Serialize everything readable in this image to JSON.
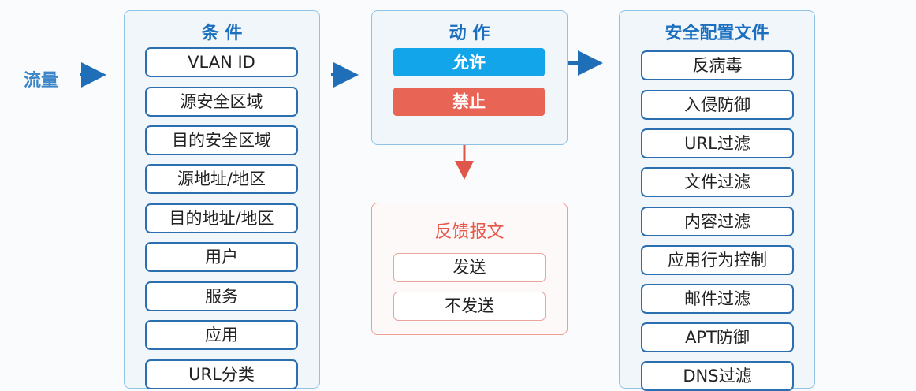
{
  "source": {
    "label": "流量"
  },
  "conditions": {
    "title": "条 件",
    "items": [
      "VLAN ID",
      "源安全区域",
      "目的安全区域",
      "源地址/地区",
      "目的地址/地区",
      "用户",
      "服务",
      "应用",
      "URL分类"
    ]
  },
  "action": {
    "title": "动 作",
    "allow_label": "允许",
    "deny_label": "禁止"
  },
  "feedback": {
    "title": "反馈报文",
    "items": [
      "发送",
      "不发送"
    ]
  },
  "profiles": {
    "title": "安全配置文件",
    "items": [
      "反病毒",
      "入侵防御",
      "URL过滤",
      "文件过滤",
      "内容过滤",
      "应用行为控制",
      "邮件过滤",
      "APT防御",
      "DNS过滤"
    ]
  },
  "colors": {
    "blue_arrow": "#1f6fb8",
    "red_arrow": "#e0564a",
    "allow": "#13a5ea",
    "deny": "#e86454",
    "title_blue": "#1a6fbf",
    "feedback_title": "#e8584a"
  }
}
